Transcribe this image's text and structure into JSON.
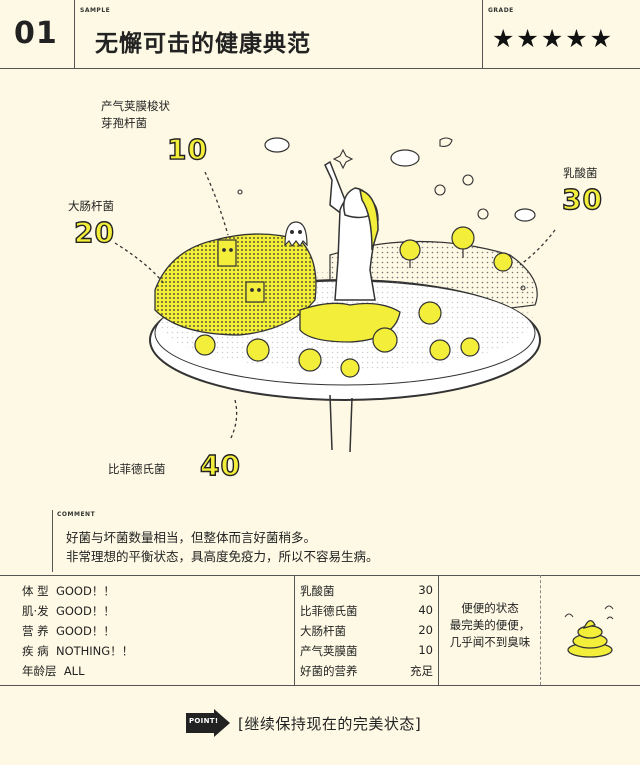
{
  "header": {
    "number": "01",
    "sample_tag": "SAMPLE",
    "title": "无懈可击的健康典范",
    "grade_tag": "GRADE",
    "stars": "★★★★★"
  },
  "bacteria_labels": [
    {
      "name_line1": "产气荚膜梭状",
      "name_line2": "芽孢杆菌",
      "count": "10"
    },
    {
      "name": "大肠杆菌",
      "count": "20"
    },
    {
      "name": "乳酸菌",
      "count": "30"
    },
    {
      "name": "比菲德氏菌",
      "count": "40"
    }
  ],
  "comment": {
    "tag": "COMMENT",
    "line1": "好菌与坏菌数量相当，但整体而言好菌稍多。",
    "line2": "非常理想的平衡状态，具高度免疫力，所以不容易生病。"
  },
  "status": [
    {
      "label": "体 型",
      "value": "GOOD！！"
    },
    {
      "label": "肌·发",
      "value": "GOOD！！"
    },
    {
      "label": "营 养",
      "value": "GOOD！！"
    },
    {
      "label": "疾 病",
      "value": "NOTHING！！"
    },
    {
      "label": "年龄层",
      "value": "ALL"
    }
  ],
  "bacteria_table": [
    {
      "name": "乳酸菌",
      "value": "30"
    },
    {
      "name": "比菲德氏菌",
      "value": "40"
    },
    {
      "name": "大肠杆菌",
      "value": "20"
    },
    {
      "name": "产气荚膜菌",
      "value": "10"
    },
    {
      "name": "好菌的营养",
      "value": "充足"
    }
  ],
  "stool": {
    "line1": "便便的状态",
    "line2": "最完美的便便，",
    "line3": "几乎闻不到臭味"
  },
  "point": {
    "badge": "POINT!",
    "text": "[继续保持现在的完美状态]"
  },
  "colors": {
    "background": "#fdf9e4",
    "accent_yellow": "#f3ee3a",
    "ink": "#222222"
  }
}
